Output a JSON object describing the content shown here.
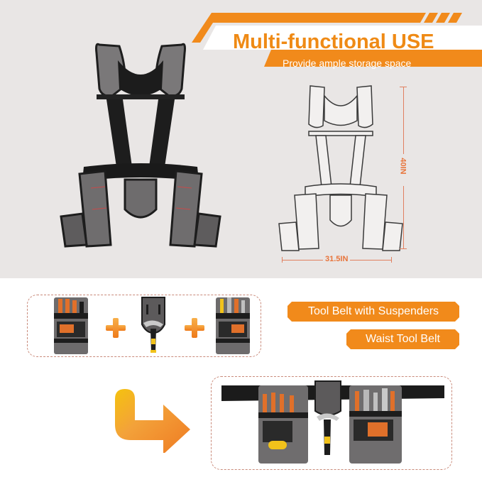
{
  "banner": {
    "title": "Multi-functional USE",
    "subtitle": "Provide ample storage space"
  },
  "dimensions": {
    "height_label": "40IN",
    "width_label": "31.5IN"
  },
  "products": {
    "main_image": "tool-belt-with-suspenders",
    "sketch_image": "tool-belt-line-sketch",
    "components": [
      "left-tool-pouch",
      "hammer-holder",
      "right-tool-pouch"
    ],
    "combined_image": "waist-tool-belt-assembled"
  },
  "labels": {
    "option_1": "Tool Belt with Suspenders",
    "option_2": "Waist Tool Belt"
  },
  "icons": {
    "plus_1": "plus-icon",
    "plus_2": "plus-icon",
    "arrow": "curved-arrow-right-icon"
  },
  "colors": {
    "accent": "#f18a1b",
    "background_top": "#e9e6e5",
    "dim_line": "#e8743b",
    "dashed_border": "#c98a7a"
  }
}
